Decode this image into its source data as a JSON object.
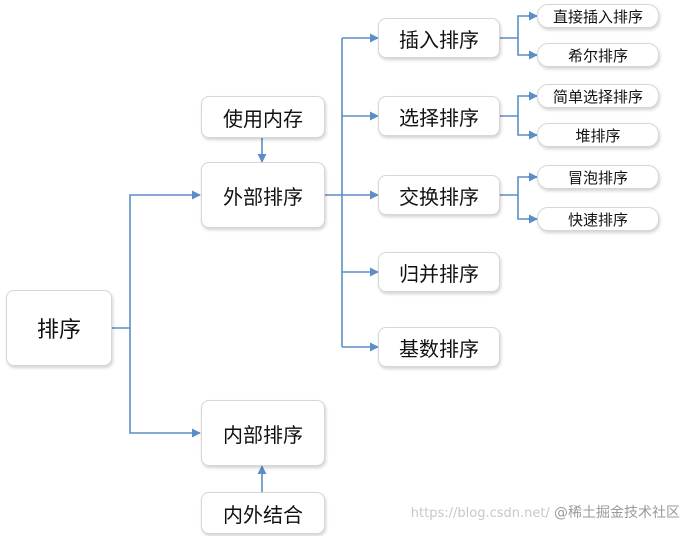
{
  "diagram": {
    "line_color": "#5b8ec7",
    "nodes": {
      "root": "排序",
      "external": "外部排序",
      "internal": "内部排序",
      "memory": "使用内存",
      "inout": "内外结合",
      "insert": "插入排序",
      "select": "选择排序",
      "exchange": "交换排序",
      "merge": "归并排序",
      "radix": "基数排序",
      "direct_insert": "直接插入排序",
      "shell": "希尔排序",
      "simple_select": "简单选择排序",
      "heap": "堆排序",
      "bubble": "冒泡排序",
      "quick": "快速排序"
    }
  },
  "watermark": {
    "csdn": "https://blog.csdn.net/",
    "juejin": "@稀土掘金技术社区"
  }
}
